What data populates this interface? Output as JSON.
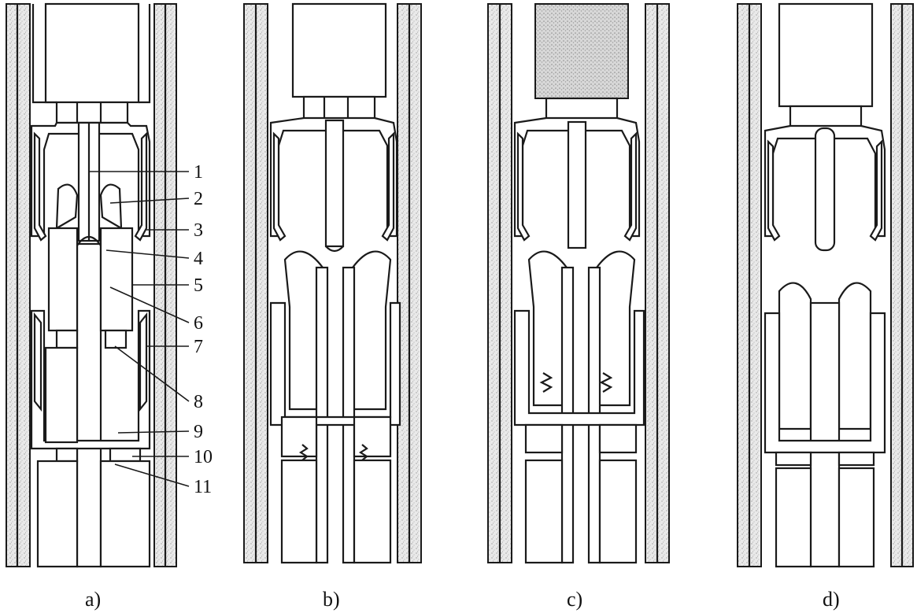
{
  "figure": {
    "panels": [
      {
        "id": "a",
        "caption": "a)",
        "state": "connected"
      },
      {
        "id": "b",
        "caption": "b)",
        "state": "separating"
      },
      {
        "id": "c",
        "caption": "c)",
        "state": "separating-compressed"
      },
      {
        "id": "d",
        "caption": "d)",
        "state": "disconnected"
      }
    ],
    "callouts": [
      "1",
      "2",
      "3",
      "4",
      "5",
      "6",
      "7",
      "8",
      "9",
      "10",
      "11"
    ],
    "colors": {
      "line": "#1a1a1a",
      "speckle": "#cfcfcf",
      "background": "#ffffff"
    }
  }
}
